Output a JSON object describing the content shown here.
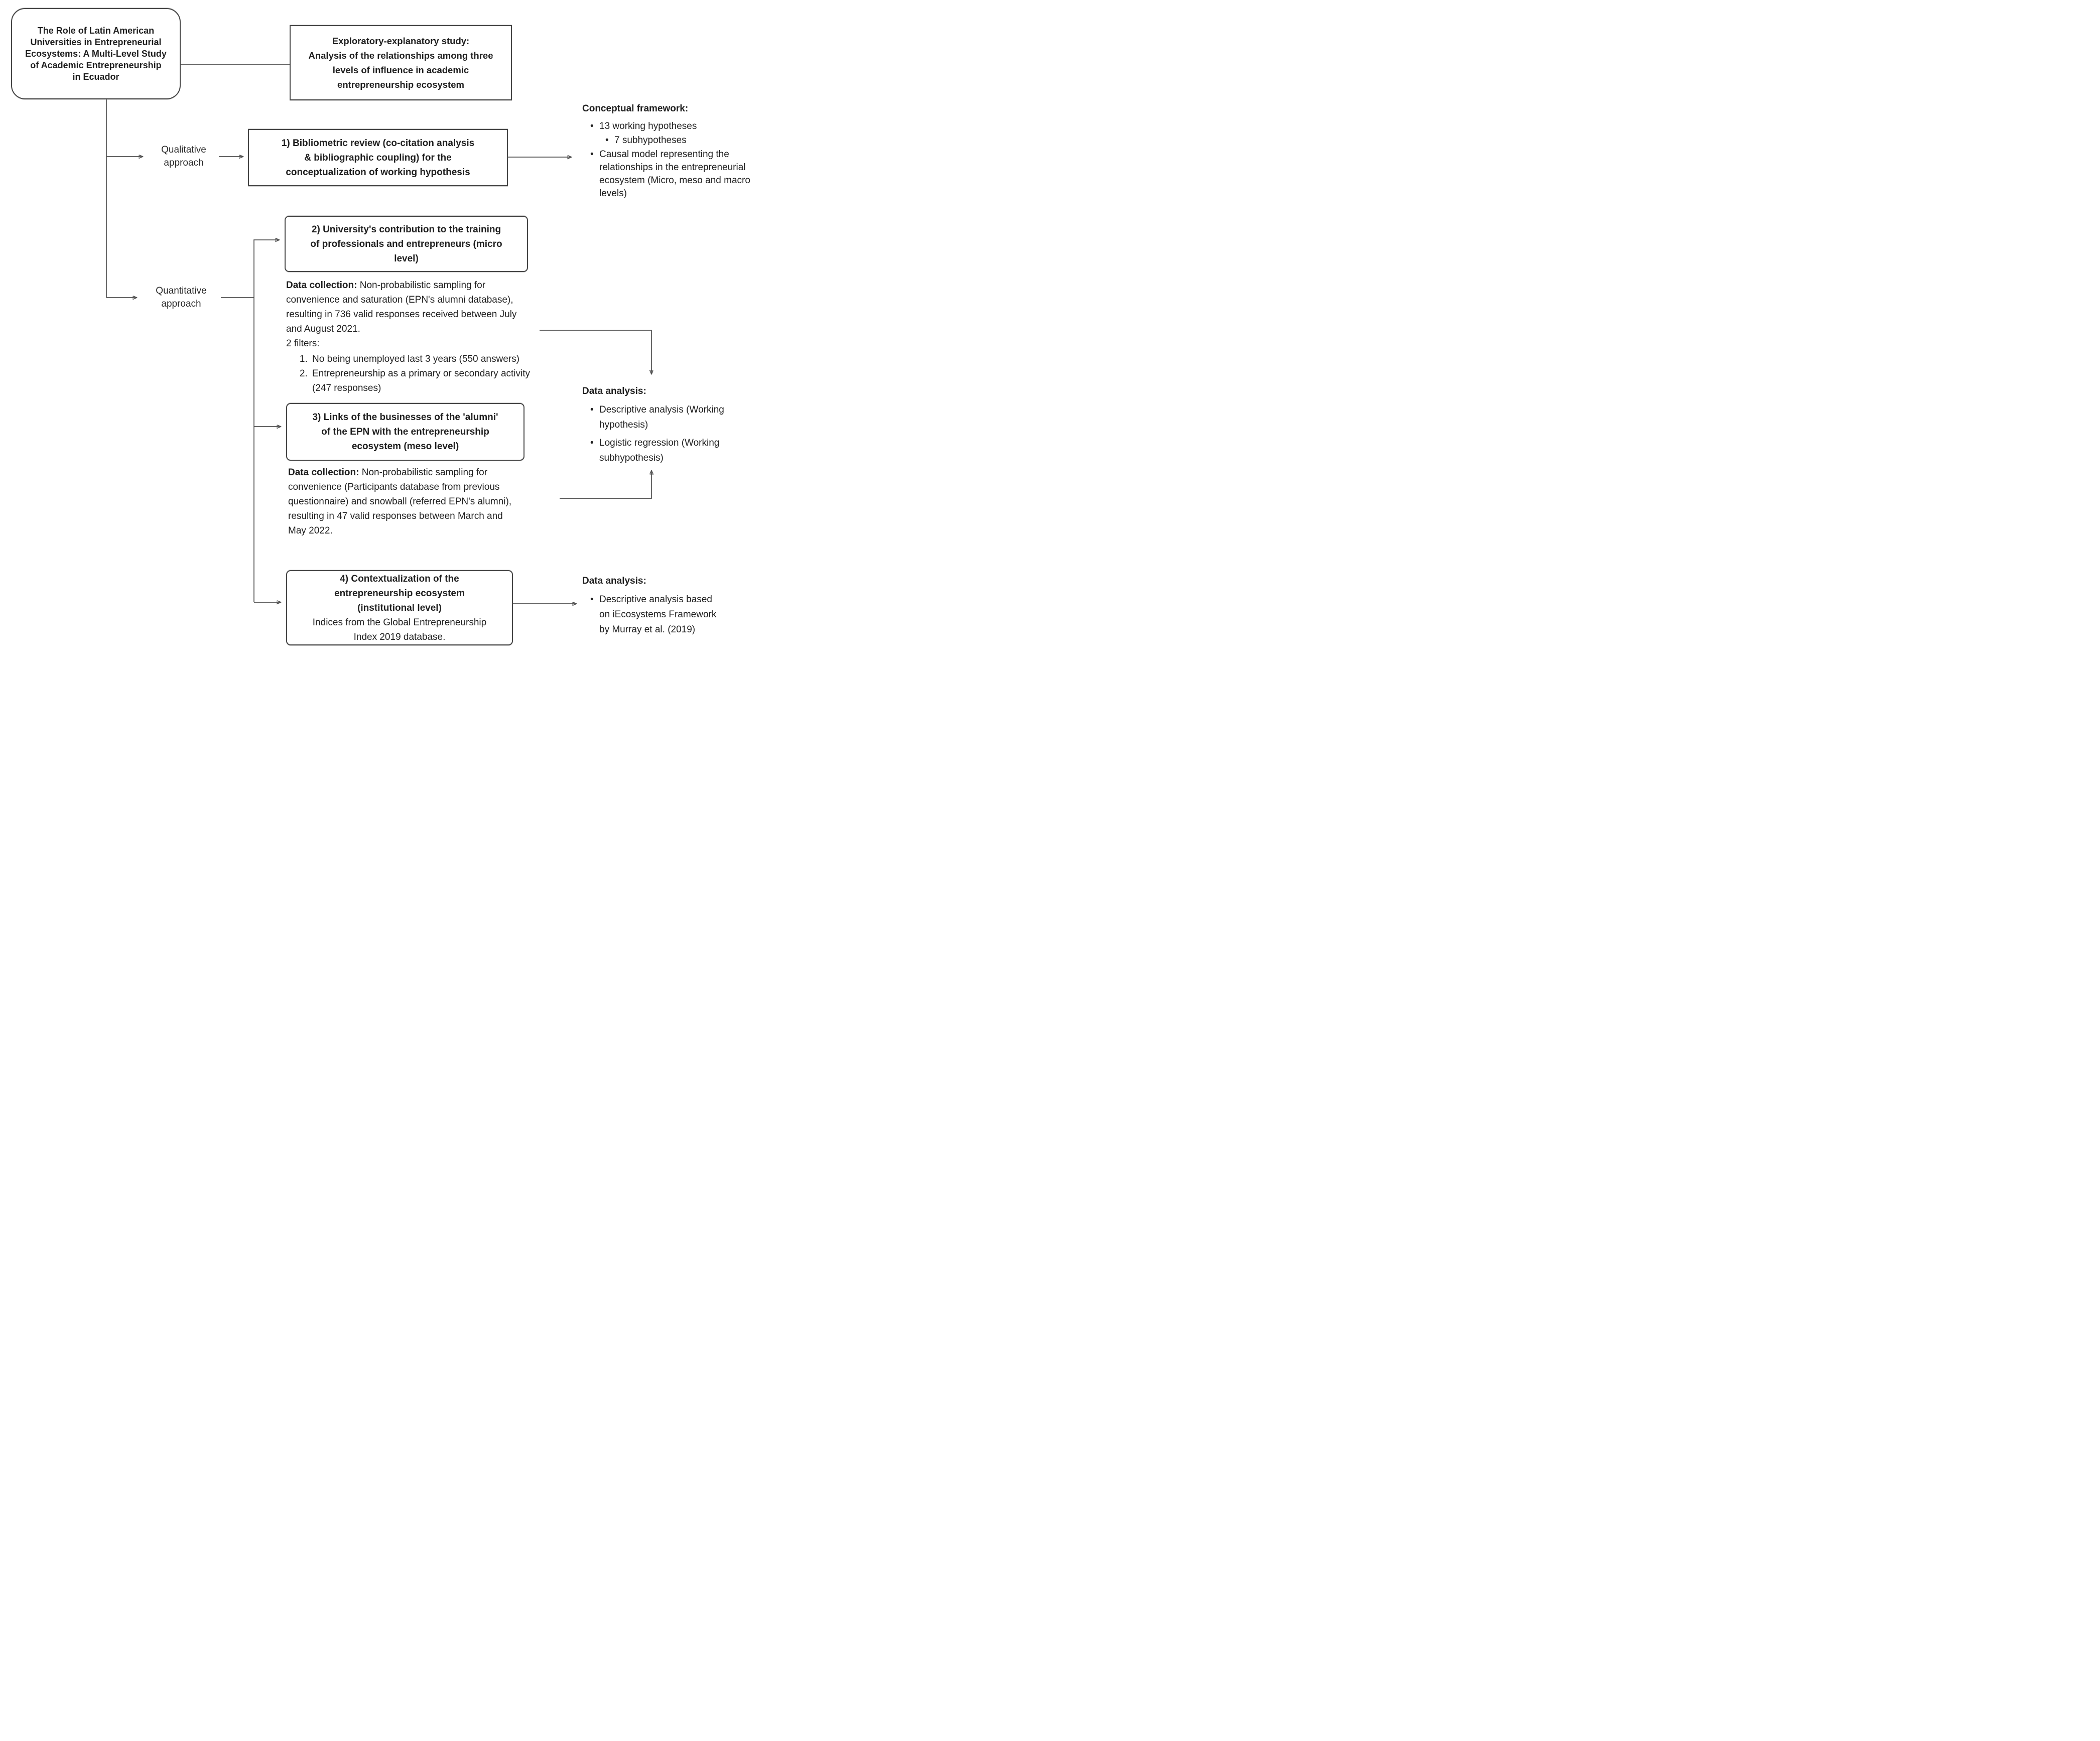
{
  "diagram": {
    "title_box": "The Role of Latin American\nUniversities in Entrepreneurial\nEcosystems: A Multi-Level Study\nof Academic Entrepreneurship\nin Ecuador",
    "study_box": "Exploratory-explanatory study:\nAnalysis of the relationships among three\nlevels of influence in academic\nentrepreneurship ecosystem",
    "qualitative_label": "Qualitative\napproach",
    "quantitative_label": "Quantitative\napproach",
    "box1": "1) Bibliometric review (co-citation analysis\n& bibliographic coupling) for the\nconceptualization of working hypothesis",
    "box2": "2) University's contribution to the training\nof professionals and entrepreneurs (micro\nlevel)",
    "box3": "3) Links of the businesses of the 'alumni'\nof the EPN with the entrepreneurship\necosystem (meso level)",
    "box4_title": "4) Contextualization of the\nentrepreneurship ecosystem\n(institutional level)",
    "box4_subtitle": "Indices from the Global Entrepreneurship\nIndex 2019 database.",
    "conceptual_framework": {
      "heading": "Conceptual framework:",
      "bullet_1": "13 working hypotheses",
      "sub_bullet": "7 subhypotheses",
      "bullet_2": "Causal model representing the relationships in the entrepreneurial ecosystem (Micro, meso and macro levels)"
    },
    "data_collection_1": {
      "label": "Data collection:",
      "text": " Non-probabilistic sampling for\nconvenience and saturation (EPN's alumni database),\nresulting in 736 valid responses received between July\nand August 2021.\n2 filters:",
      "filters": [
        "No being unemployed last 3 years (550 answers)",
        "Entrepreneurship as a primary or secondary activity (247 responses)"
      ]
    },
    "data_collection_2": {
      "label": "Data collection:",
      "text": " Non-probabilistic sampling for\nconvenience (Participants database from previous\nquestionnaire) and snowball (referred EPN's alumni),\nresulting in 47 valid responses between March and\nMay 2022."
    },
    "data_analysis_mid": {
      "heading": "Data analysis:",
      "bullets": [
        "Descriptive analysis (Working hypothesis)",
        "Logistic regression (Working subhypothesis)"
      ]
    },
    "data_analysis_bottom": {
      "heading": "Data analysis:",
      "bullets": [
        "Descriptive analysis based on iEcosystems Framework by Murray et al. (2019)"
      ]
    }
  }
}
